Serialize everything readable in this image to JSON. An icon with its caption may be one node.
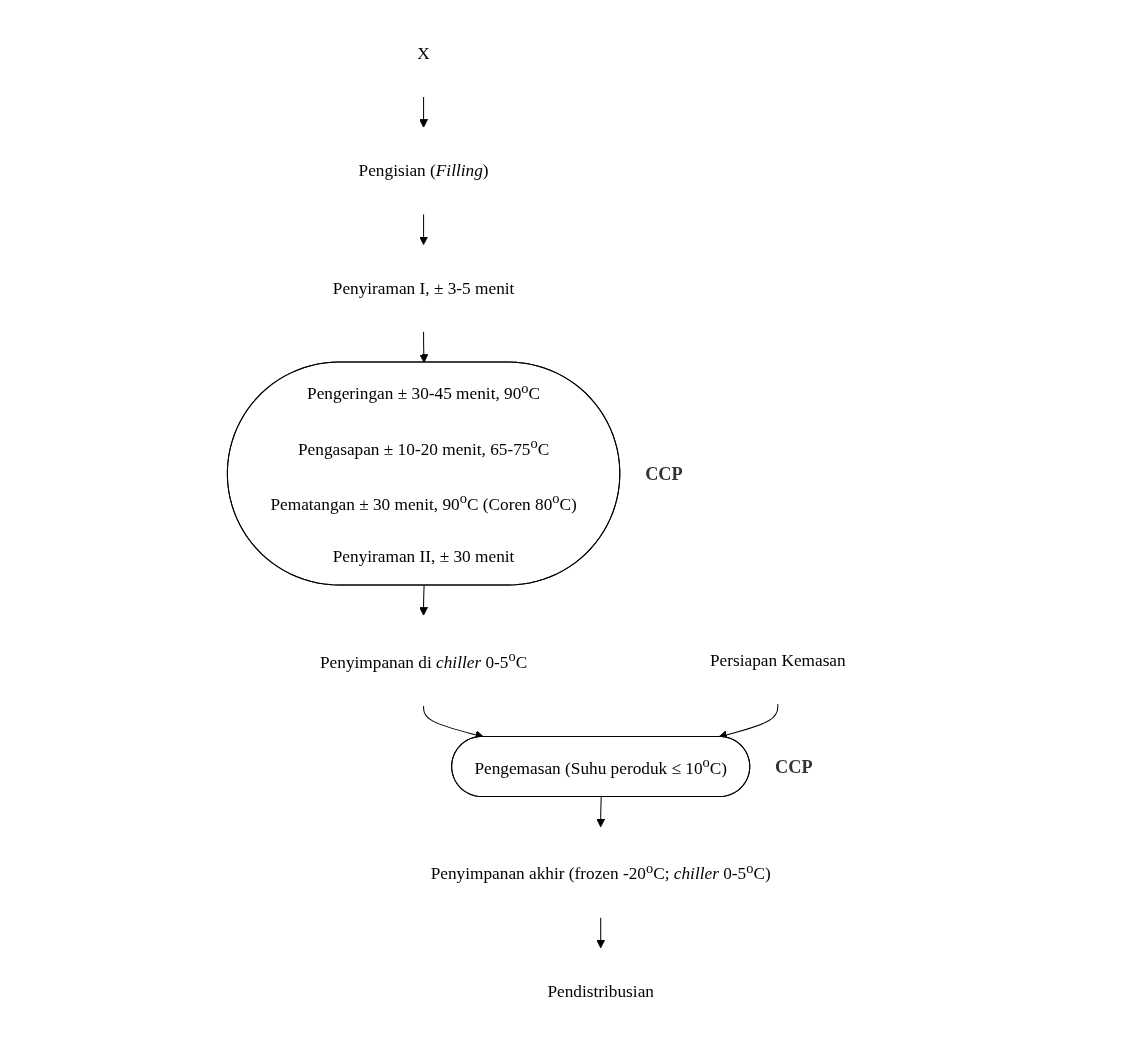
{
  "diagram": {
    "nodes": [
      {
        "text": [
          "X"
        ]
      },
      {
        "text": [
          "Pengisian (*Filling*)"
        ]
      },
      {
        "text": [
          "Penyiraman I, ± 3-5 menit"
        ]
      },
      {
        "text": [
          "Pengeringan ± 30-45 menit, 90$^{o}$C",
          "Pengasapan ± 10-20 menit, 65-75$^{o}$C",
          "Pematangan ± 30 menit, 90$^{o}$C (Coren 80$^{o}$C)",
          "Penyiraman II, ± 30 menit"
        ],
        "beside": [
          "CCP"
        ]
      },
      {
        "text": [
          "Penyimpanan di *chiller* 0-5$^{o}$C"
        ]
      },
      {
        "text": [
          "Persiapan Kemasan"
        ]
      },
      {
        "text": [
          "Pengemasan (Suhu peroduk ≤ 10$^{o}$C)"
        ],
        "beside": [
          "CCP"
        ]
      },
      {
        "text": [
          "Penyimpanan akhir (frozen -20$^{o}$C; *chiller* 0-5$^{o}$C)"
        ]
      },
      {
        "text": [
          "Pendistribusian"
        ]
      }
    ],
    "edges": [
      {
        "from": 0,
        "to": 1,
        "arrow": "to"
      },
      {
        "from": 1,
        "to": 2,
        "arrow": "to"
      },
      {
        "from": 2,
        "to": 3,
        "arrow": "to"
      },
      {
        "from": 3,
        "to": 4,
        "arrow": "to"
      },
      {
        "from": 4,
        "to": 6,
        "arrow": "to"
      },
      {
        "from": 5,
        "to": 6,
        "arrow": "to"
      },
      {
        "from": 6,
        "to": 7,
        "arrow": "to"
      },
      {
        "from": 7,
        "to": 8,
        "arrow": "to"
      }
    ]
  }
}
